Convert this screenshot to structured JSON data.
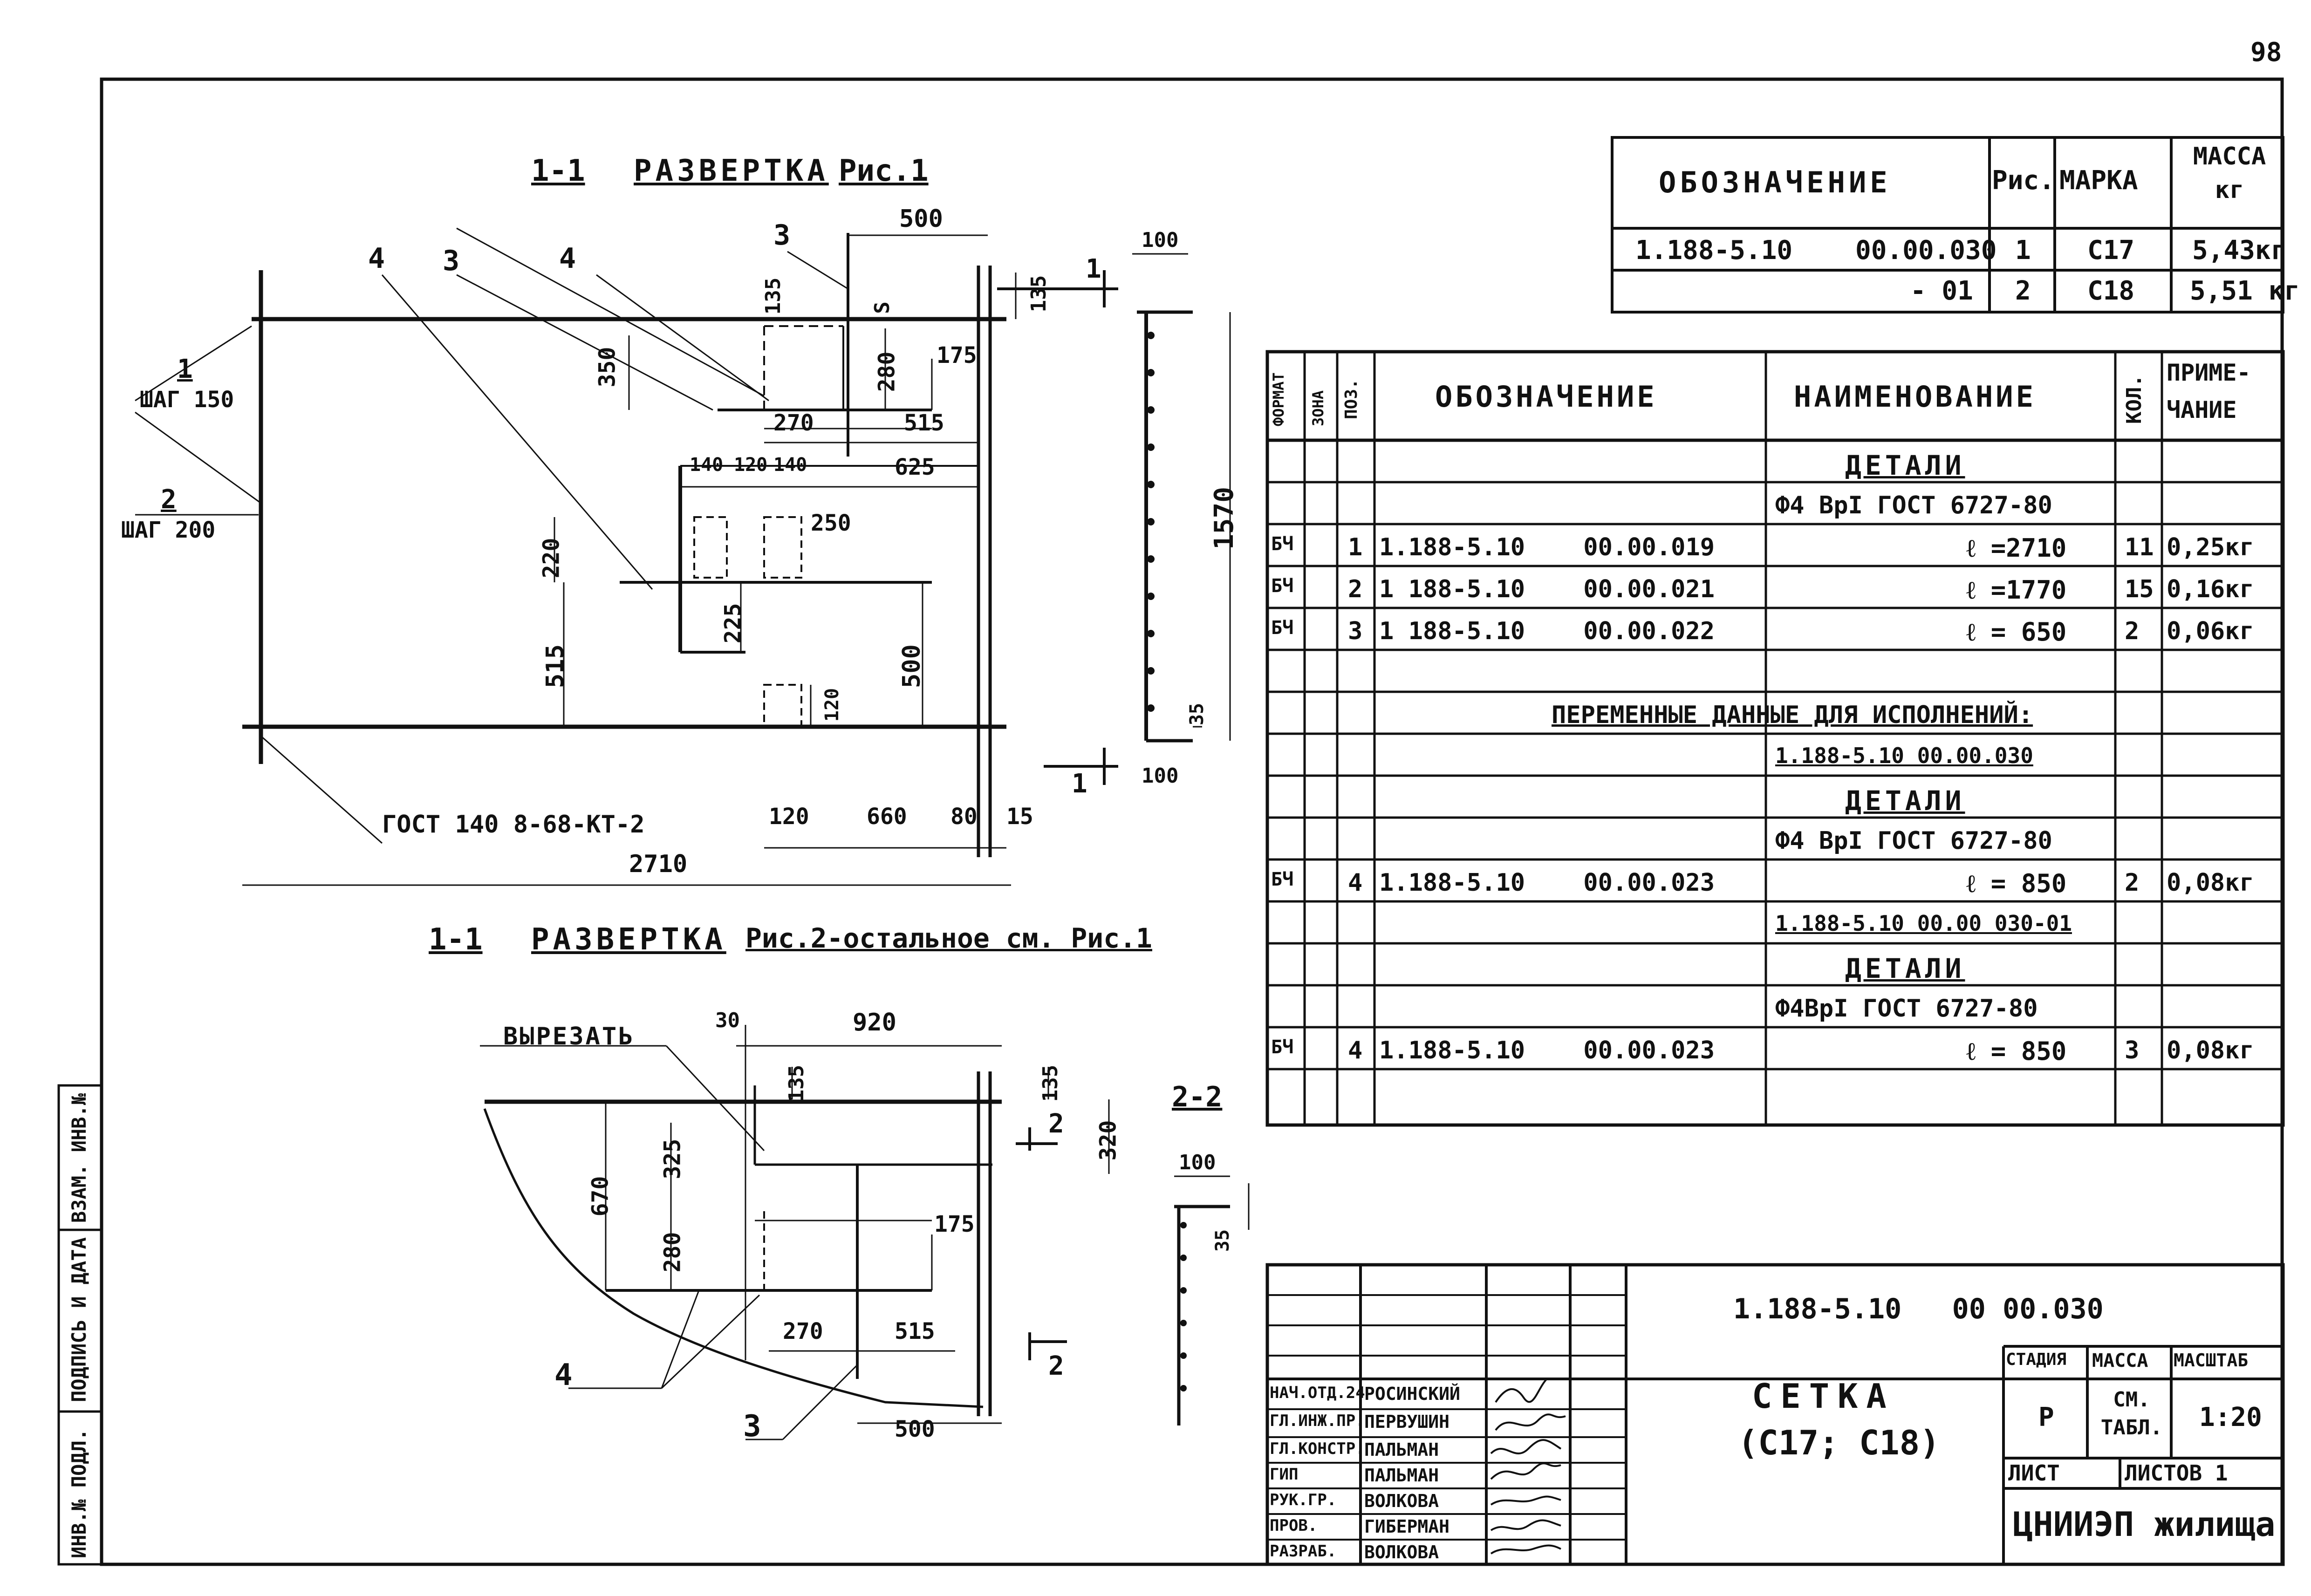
{
  "page_number": "98",
  "drawing1": {
    "title_section": "1-1",
    "title_main": "РАЗВЕРТКА",
    "title_fig": "Рис.1",
    "pos1": "1",
    "pos1_step": "ШАГ 150",
    "pos2": "2",
    "pos2_step": "ШАГ 200",
    "callout_4a": "4",
    "callout_3a": "3",
    "callout_4b": "4",
    "callout_3b": "3",
    "dims": [
      "500",
      "135",
      "S",
      "350",
      "280",
      "175",
      "270",
      "515",
      "140",
      "120",
      "140",
      "625",
      "250",
      "220",
      "225",
      "515",
      "500",
      "120",
      "120",
      "660",
      "80",
      "15",
      "2710",
      "100",
      "135",
      "1570",
      "35",
      "100"
    ],
    "gost_label": "ГОСТ 140 8-68-КТ-2",
    "section_mark": "1"
  },
  "drawing2": {
    "title_section": "1-1",
    "title_main": "РАЗВЕРТКА",
    "title_fig": "Рис.2-остальное см. Рис.1",
    "cut_label": "ВЫРЕЗАТЬ",
    "dims": [
      "30",
      "920",
      "135",
      "135",
      "320",
      "670",
      "325",
      "280",
      "175",
      "270",
      "515",
      "500",
      "100",
      "35"
    ],
    "section_22": "2-2",
    "mark2": "2",
    "callout_4": "4",
    "callout_3": "3"
  },
  "mass_table": {
    "headers": [
      "ОБОЗНАЧЕНИЕ",
      "Рис.",
      "МАРКА",
      "МАССА кг"
    ],
    "rows": [
      [
        "1.188-5.10    00.00.030",
        "1",
        "С17",
        "5,43кг"
      ],
      [
        "- 01",
        "2",
        "С18",
        "5,51 кг"
      ]
    ]
  },
  "spec_table": {
    "headers": [
      "ФОРМАТ",
      "ЗОНА",
      "ПОЗ.",
      "ОБОЗНАЧЕНИЕ",
      "НАИМЕНОВАНИЕ",
      "КОЛ.",
      "ПРИМЕ-ЧАНИЕ"
    ],
    "rows": [
      [
        "",
        "",
        "",
        "",
        "ДЕТАЛИ",
        "",
        ""
      ],
      [
        "",
        "",
        "",
        "",
        "Ф4 ВрI ГОСТ 6727-80",
        "",
        ""
      ],
      [
        "БЧ",
        "",
        "1",
        "1.188-5.10    00.00.019",
        "ℓ =2710",
        "11",
        "0,25кг"
      ],
      [
        "БЧ",
        "",
        "2",
        "1 188-5.10    00.00.021",
        "ℓ =1770",
        "15",
        "0,16кг"
      ],
      [
        "БЧ",
        "",
        "3",
        "1 188-5.10    00.00.022",
        "ℓ =  650",
        "2",
        "0,06кг"
      ],
      [
        "",
        "",
        "",
        "",
        "",
        "",
        ""
      ],
      [
        "",
        "",
        "",
        "ПЕРЕМЕННЫЕ ДАННЫЕ ДЛЯ ИСПОЛНЕНИЙ:",
        "",
        "",
        ""
      ],
      [
        "",
        "",
        "",
        "",
        "1.188-5.10  00.00.030",
        "",
        ""
      ],
      [
        "",
        "",
        "",
        "",
        "ДЕТАЛИ",
        "",
        ""
      ],
      [
        "",
        "",
        "",
        "",
        "Ф4 ВрI ГОСТ 6727-80",
        "",
        ""
      ],
      [
        "БЧ",
        "",
        "4",
        "1.188-5.10    00.00.023",
        "ℓ =  850",
        "2",
        "0,08кг"
      ],
      [
        "",
        "",
        "",
        "",
        "1.188-5.10  00.00 030-01",
        "",
        ""
      ],
      [
        "",
        "",
        "",
        "",
        "ДЕТАЛИ",
        "",
        ""
      ],
      [
        "",
        "",
        "",
        "",
        "Ф4ВрI ГОСТ 6727-80",
        "",
        ""
      ],
      [
        "БЧ",
        "",
        "4",
        "1.188-5.10    00.00.023",
        "ℓ =  850",
        "3",
        "0,08кг"
      ],
      [
        "",
        "",
        "",
        "",
        "",
        "",
        ""
      ]
    ]
  },
  "title_block": {
    "doc_code": "1.188-5.10   00 00.030",
    "name_line1": "СЕТКА",
    "name_line2": "(С17; С18)",
    "stage_header": "СТАДИЯ",
    "mass_header": "МАССА",
    "scale_header": "МАСШТАБ",
    "stage": "Р",
    "mass": "СМ. ТАБЛ.",
    "scale": "1:20",
    "sheet": "ЛИСТ",
    "sheets": "ЛИСТОВ 1",
    "org": "ЦНИИЭП жилища",
    "roles": [
      "НАЧ.ОТД.24",
      "ГЛ.ИНЖ.ПР.",
      "ГЛ.КОНСТР.",
      "ГИП",
      "РУК.ГР.",
      "ПРОВ.",
      "РАЗРАБ."
    ],
    "names": [
      "РОСИНСКИЙ",
      "ПЕРВУШИН",
      "ПАЛЬМАН",
      "ПАЛЬМАН",
      "ВОЛКОВА",
      "ГИБЕРМАН",
      "ВОЛКОВА"
    ]
  },
  "side_stamp": {
    "labels": [
      "ИНВ.№ ПОДЛ.",
      "ПОДПИСЬ И ДАТА",
      "ВЗАМ. ИНВ.№"
    ]
  }
}
